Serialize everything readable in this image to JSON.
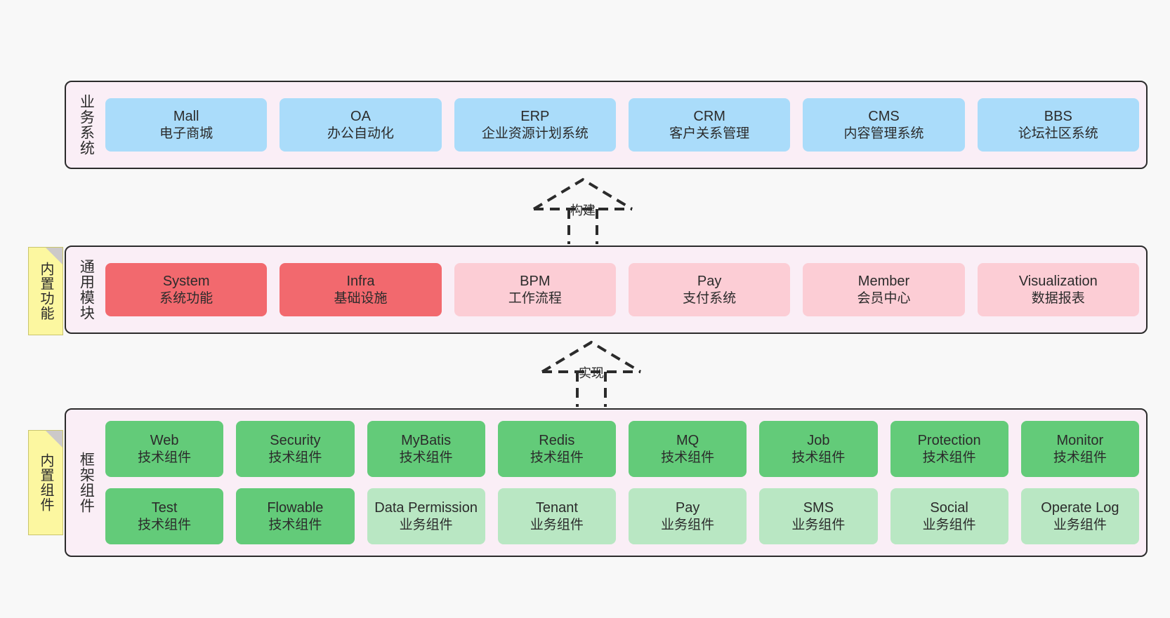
{
  "diagram": {
    "title": "",
    "colors": {
      "layer_bg": "#faeef6",
      "layer_border": "#2b2b2b",
      "blue": "#aadcfa",
      "red": "#f2696e",
      "pink": "#fccdd5",
      "green": "#63cb79",
      "light_green": "#b9e7c3",
      "note_yellow": "#fcf7a0",
      "canvas_bg": "#f8f8f8"
    }
  },
  "notes": [
    {
      "id": "builtin-features",
      "label": "内置功能"
    },
    {
      "id": "builtin-components",
      "label": "内置组件"
    }
  ],
  "arrows": [
    {
      "id": "build",
      "label": "构建",
      "style": "dashed-hollow-triangle",
      "direction": "up"
    },
    {
      "id": "realize",
      "label": "实现",
      "style": "dashed-hollow-triangle",
      "direction": "up"
    }
  ],
  "layers": [
    {
      "id": "business",
      "title": "业务系统",
      "rows": [
        {
          "cards": [
            {
              "name": "Mall",
              "sub": "电子商城",
              "color": "blue"
            },
            {
              "name": "OA",
              "sub": "办公自动化",
              "color": "blue"
            },
            {
              "name": "ERP",
              "sub": "企业资源计划系统",
              "color": "blue"
            },
            {
              "name": "CRM",
              "sub": "客户关系管理",
              "color": "blue"
            },
            {
              "name": "CMS",
              "sub": "内容管理系统",
              "color": "blue"
            },
            {
              "name": "BBS",
              "sub": "论坛社区系统",
              "color": "blue"
            }
          ]
        }
      ]
    },
    {
      "id": "modules",
      "title": "通用模块",
      "rows": [
        {
          "cards": [
            {
              "name": "System",
              "sub": "系统功能",
              "color": "red"
            },
            {
              "name": "Infra",
              "sub": "基础设施",
              "color": "red"
            },
            {
              "name": "BPM",
              "sub": "工作流程",
              "color": "pink"
            },
            {
              "name": "Pay",
              "sub": "支付系统",
              "color": "pink"
            },
            {
              "name": "Member",
              "sub": "会员中心",
              "color": "pink"
            },
            {
              "name": "Visualization",
              "sub": "数据报表",
              "color": "pink"
            }
          ]
        }
      ]
    },
    {
      "id": "framework",
      "title": "框架组件",
      "rows": [
        {
          "cards": [
            {
              "name": "Web",
              "sub": "技术组件",
              "color": "green"
            },
            {
              "name": "Security",
              "sub": "技术组件",
              "color": "green"
            },
            {
              "name": "MyBatis",
              "sub": "技术组件",
              "color": "green"
            },
            {
              "name": "Redis",
              "sub": "技术组件",
              "color": "green"
            },
            {
              "name": "MQ",
              "sub": "技术组件",
              "color": "green"
            },
            {
              "name": "Job",
              "sub": "技术组件",
              "color": "green"
            },
            {
              "name": "Protection",
              "sub": "技术组件",
              "color": "green"
            },
            {
              "name": "Monitor",
              "sub": "技术组件",
              "color": "green"
            }
          ]
        },
        {
          "cards": [
            {
              "name": "Test",
              "sub": "技术组件",
              "color": "green"
            },
            {
              "name": "Flowable",
              "sub": "技术组件",
              "color": "green"
            },
            {
              "name": "Data Permission",
              "sub": "业务组件",
              "color": "lightgreen"
            },
            {
              "name": "Tenant",
              "sub": "业务组件",
              "color": "lightgreen"
            },
            {
              "name": "Pay",
              "sub": "业务组件",
              "color": "lightgreen"
            },
            {
              "name": "SMS",
              "sub": "业务组件",
              "color": "lightgreen"
            },
            {
              "name": "Social",
              "sub": "业务组件",
              "color": "lightgreen"
            },
            {
              "name": "Operate Log",
              "sub": "业务组件",
              "color": "lightgreen"
            }
          ]
        }
      ]
    }
  ]
}
